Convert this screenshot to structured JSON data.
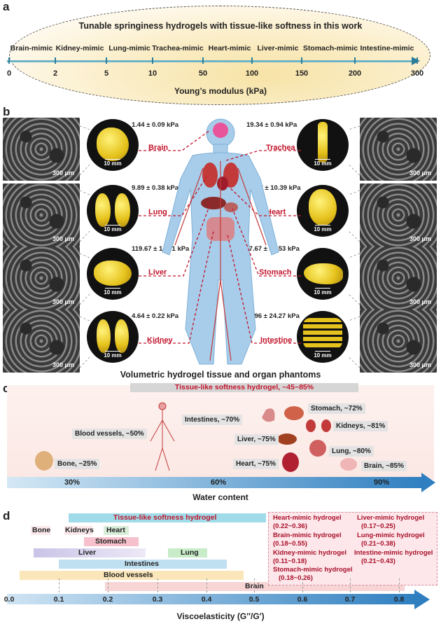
{
  "panel_a": {
    "label": "a",
    "title": "Tunable springiness hydrogels with tissue-like softness in this work",
    "axis_label": "Young’s modulus (kPa)",
    "ticks": [
      "0",
      "2",
      "5",
      "10",
      "50",
      "100",
      "150",
      "200",
      "300"
    ],
    "organs": [
      "Brain-mimic",
      "Kidney-mimic",
      "Lung-mimic",
      "Trachea-mimic",
      "Heart-mimic",
      "Liver-mimic",
      "Stomach-mimic",
      "Intestine-mimic"
    ]
  },
  "panel_b": {
    "label": "b",
    "caption": "Volumetric hydrogel tissue and organ phantoms",
    "sem_scale": "300 μm",
    "photo_scale": "10 mm",
    "left": [
      {
        "name": "Brain",
        "kpa": "1.44 ± 0.09 kPa"
      },
      {
        "name": "Lung",
        "kpa": "9.89 ± 0.38 kPa"
      },
      {
        "name": "Liver",
        "kpa": "119.67 ± 14.01 kPa"
      },
      {
        "name": "Kidney",
        "kpa": "4.64 ± 0.22 kPa"
      }
    ],
    "right": [
      {
        "name": "Trachea",
        "kpa": "19.34 ± 0.94 kPa"
      },
      {
        "name": "Heart",
        "kpa": "78.87 ± 10.39 kPa"
      },
      {
        "name": "Stomach",
        "kpa": "177.67 ± 33.53 kPa"
      },
      {
        "name": "Intestine",
        "kpa": "261.96 ± 24.27 kPa"
      }
    ]
  },
  "panel_c": {
    "label": "c",
    "band": "Tissue-like softness hydrogel, ~45~85%",
    "tags": {
      "blood": "Blood vessels, ~50%",
      "bone": "Bone, ~25%",
      "intestines": "Intestines, ~70%",
      "stomach": "Stomach, ~72%",
      "kidneys": "Kidneys, ~81%",
      "liver": "Liver, ~75%",
      "lung": "Lung, ~80%",
      "heart": "Heart, ~75%",
      "brain": "Brain, ~85%"
    },
    "axis_ticks": [
      "30%",
      "60%",
      "90%"
    ],
    "axis_label": "Water content"
  },
  "panel_d": {
    "label": "d",
    "axis_label": "Viscoelasticity (G′′/G′)",
    "ticks": [
      "0.0",
      "0.1",
      "0.2",
      "0.3",
      "0.4",
      "0.5",
      "0.6",
      "0.7",
      "0.8"
    ],
    "bars": {
      "hydrogel": "Tissue-like softness hydrogel",
      "bone": "Bone",
      "kidneys": "Kidneys",
      "heart": "Heart",
      "stomach": "Stomach",
      "liver": "Liver",
      "lung": "Lung",
      "intestines": "Intestines",
      "blood": "Blood vessels",
      "brain": "Brain"
    },
    "hydrogels": [
      {
        "name": "Heart-mimic hydrogel",
        "range": "(0.22~0.36)"
      },
      {
        "name": "Liver-mimic hydrogel",
        "range": "(0.17~0.25)"
      },
      {
        "name": "Brain-mimic hydrogel",
        "range": "(0.18~0.55)"
      },
      {
        "name": "Lung-mimic hydrogel",
        "range": "(0.21~0.38)"
      },
      {
        "name": "Kidney-mimic hydrogel",
        "range": "(0.11~0.18)"
      },
      {
        "name": "Intestine-mimic hydrogel",
        "range": "(0.21~0.43)"
      },
      {
        "name": "Stomach-mimic hydrogel",
        "range": "(0.18~0.26)"
      }
    ]
  },
  "colors": {
    "accent_red": "#c2142b",
    "axis_blue": "#2f7fc0",
    "hydrogel_yellow": "#e5c21c"
  }
}
